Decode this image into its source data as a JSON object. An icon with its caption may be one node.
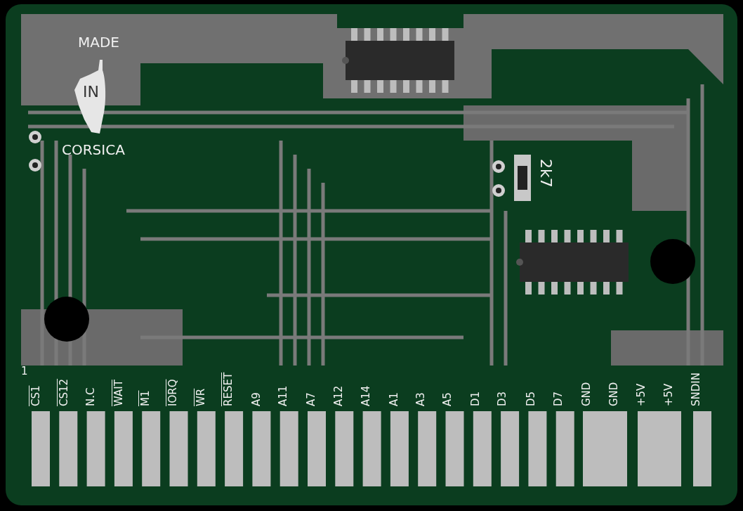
{
  "diagram": {
    "labels": [
      "MADE",
      "IN",
      "CORSICA",
      "2k7",
      "1",
      "CS1",
      "CS12",
      "N.C",
      "WAIT",
      "M1",
      "IORQ",
      "WR",
      "RESET",
      "A9",
      "A11",
      "A7",
      "A12",
      "A14",
      "A1",
      "A3",
      "A5",
      "D1",
      "D3",
      "D5",
      "D7",
      "GND",
      "GND",
      "+5V",
      "+5V",
      "SNDIN"
    ]
  }
}
